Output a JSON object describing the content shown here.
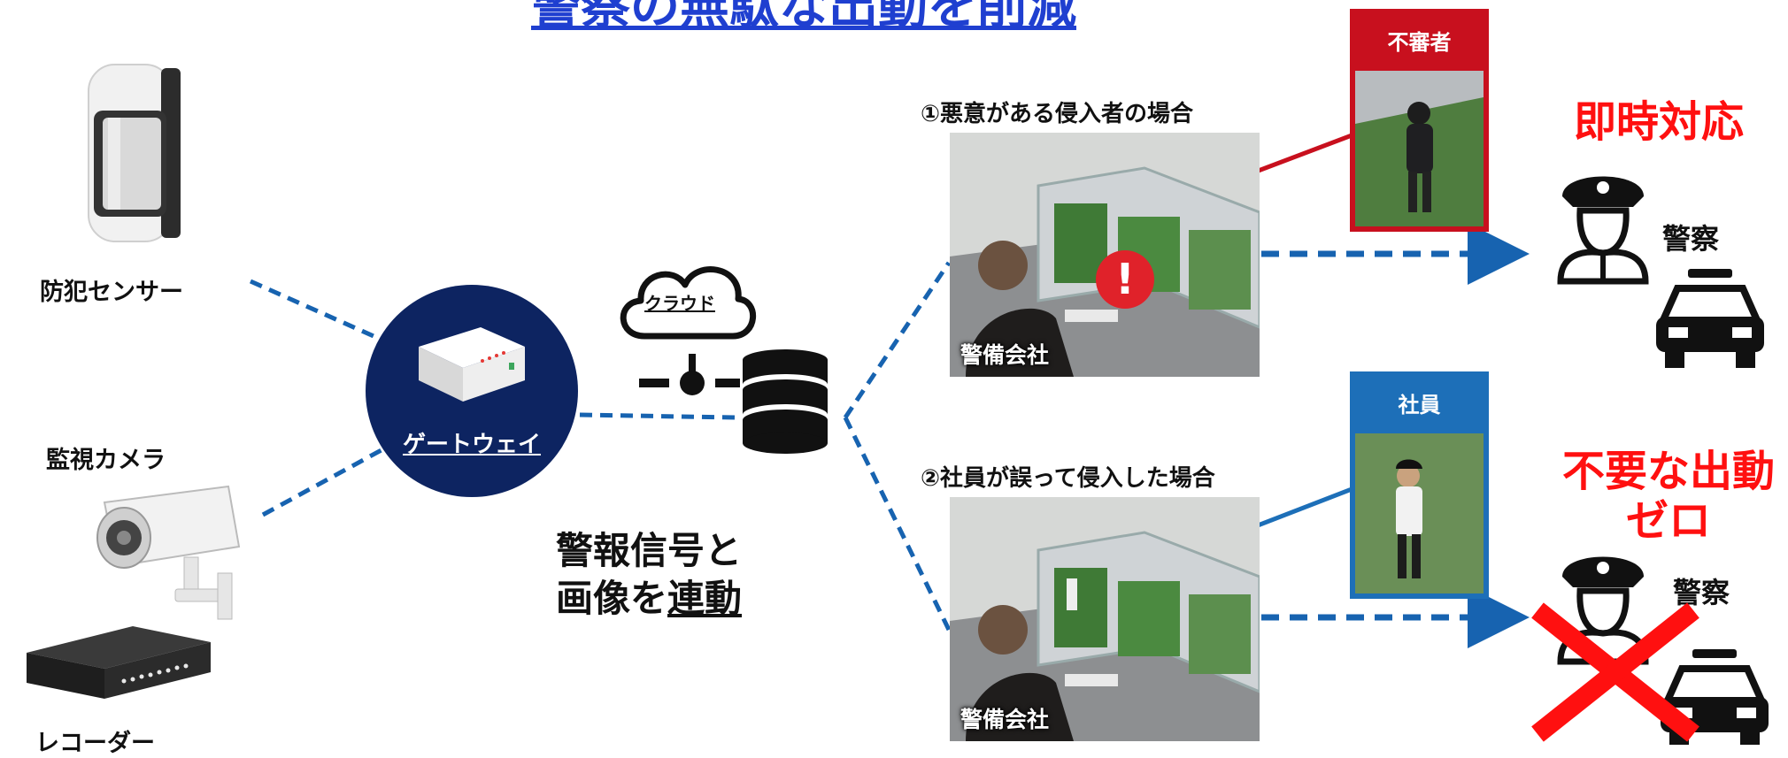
{
  "title": "警察の無駄な出動を削減",
  "devices": {
    "sensor_label": "防犯センサー",
    "camera_label": "監視カメラ",
    "recorder_label": "レコーダー"
  },
  "gateway": {
    "label": "ゲートウェイ"
  },
  "cloud": {
    "label": "クラウド"
  },
  "link_text": {
    "line1": "警報信号と",
    "line2_prefix": "画像を",
    "line2_underlined": "連動"
  },
  "scenario1": {
    "heading": "①悪意がある侵入者の場合",
    "room_caption": "警備会社",
    "zoom_header": "不審者",
    "result": "即時対応",
    "police_label": "警察",
    "alert_mark": "!"
  },
  "scenario2": {
    "heading": "②社員が誤って侵入した場合",
    "room_caption": "警備会社",
    "zoom_header": "社員",
    "result_line1": "不要な出動",
    "result_line2": "ゼロ",
    "police_label": "警察"
  },
  "colors": {
    "title": "#1f3fd0",
    "navy": "#0d2461",
    "dashed_line": "#1763b0",
    "red": "#ff1010",
    "suspect_border": "#c8101e",
    "employee_border": "#1d6fb8"
  }
}
